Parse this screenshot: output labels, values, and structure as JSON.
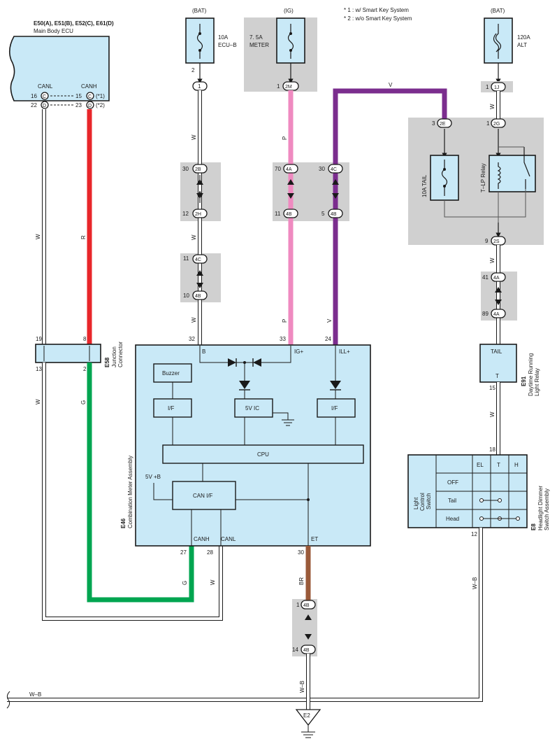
{
  "notes": {
    "n1": "* 1 : w/ Smart Key System",
    "n2": "* 2 : w/o Smart Key System"
  },
  "ecu": {
    "codes": "E50(A), E51(B), E52(C), E61(D)",
    "name": "Main Body ECU",
    "canl": "CANL",
    "canh": "CANH",
    "pins": {
      "p16": "16",
      "p22": "22",
      "p15": "15",
      "p23": "23"
    },
    "connectors": {
      "c": "C",
      "d": "D"
    },
    "tags": {
      "t1": "(*1)",
      "t2": "(*2)"
    }
  },
  "supplies": {
    "bat1": "(BAT)",
    "ig": "(IG)",
    "bat2": "(BAT)"
  },
  "fuses": {
    "ecub": {
      "amp": "10A",
      "name": "ECU–B"
    },
    "meter": {
      "amp": "7. 5A",
      "name": "METER"
    },
    "alt": {
      "amp": "120A",
      "name": "ALT"
    },
    "tail": "10A TAIL"
  },
  "relay": "T–LP Relay",
  "wire_colors": {
    "w": "W",
    "r": "R",
    "p": "P",
    "v": "V",
    "g": "G",
    "br": "BR",
    "wb": "W–B"
  },
  "connector_labels": {
    "c1": "1",
    "c2M": "2M",
    "c2B": "2B",
    "c2H": "2H",
    "c4C": "4C",
    "c4B": "4B",
    "c4A": "4A",
    "c2E": "2E",
    "c2G": "2G",
    "c1J": "1J",
    "c2S": "2S"
  },
  "pin_numbers": {
    "p1": "1",
    "p2": "2",
    "p3": "3",
    "p5": "5",
    "p9": "9",
    "p10": "10",
    "p11": "11",
    "p12": "12",
    "p13": "13",
    "p14": "14",
    "p15": "15",
    "p18": "18",
    "p19": "19",
    "p24": "24",
    "p27": "27",
    "p28": "28",
    "p30": "30",
    "p32": "32",
    "p33": "33",
    "p41": "41",
    "p70": "70",
    "p89": "89",
    "p8": "8"
  },
  "junction": {
    "code": "E58",
    "name1": "Junction",
    "name2": "Connector"
  },
  "meter": {
    "code": "E46",
    "name": "Combination Meter Assembly",
    "b": "B",
    "ig": "IG+",
    "ill": "ILL+",
    "buzzer": "Buzzer",
    "if1": "I/F",
    "ic": "5V IC",
    "if2": "I/F",
    "cpu": "CPU",
    "v5b": "5V +B",
    "canif": "CAN I/F",
    "canh": "CANH",
    "canl": "CANL",
    "et": "ET"
  },
  "drl": {
    "code": "E91",
    "name1": "Daytime Running",
    "name2": "Light Relay",
    "tail": "TAIL",
    "t": "T"
  },
  "switch": {
    "code": "E8",
    "name1": "Headlight Dimmer",
    "name2": "Switch Assembly",
    "side1": "Light",
    "side2": "Control",
    "side3": "Switch",
    "cols": [
      "EL",
      "T",
      "H"
    ],
    "rows": [
      "OFF",
      "Tail",
      "Head"
    ]
  },
  "ground": "E2"
}
